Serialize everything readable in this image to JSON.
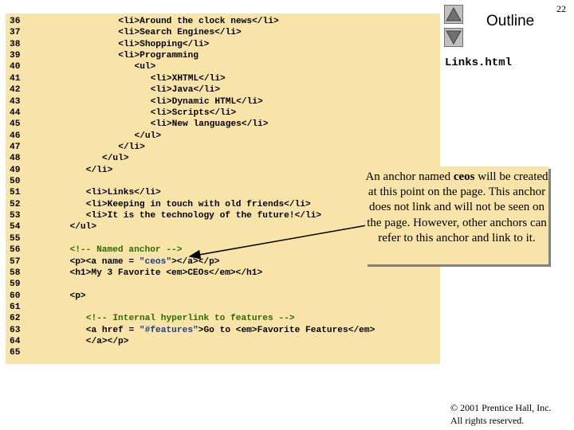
{
  "page_number": "22",
  "outline_label": "Outline",
  "filename": "Links.html",
  "nav": {
    "up_icon": "triangle-up-icon",
    "down_icon": "triangle-down-icon"
  },
  "code_lines": [
    {
      "n": "36",
      "indent": 15,
      "segments": [
        {
          "t": "tag",
          "v": "<li>Around the clock news</li>"
        }
      ]
    },
    {
      "n": "37",
      "indent": 15,
      "segments": [
        {
          "t": "tag",
          "v": "<li>Search Engines</li>"
        }
      ]
    },
    {
      "n": "38",
      "indent": 15,
      "segments": [
        {
          "t": "tag",
          "v": "<li>Shopping</li>"
        }
      ]
    },
    {
      "n": "39",
      "indent": 15,
      "segments": [
        {
          "t": "tag",
          "v": "<li>Programming"
        }
      ]
    },
    {
      "n": "40",
      "indent": 18,
      "segments": [
        {
          "t": "tag",
          "v": "<ul>"
        }
      ]
    },
    {
      "n": "41",
      "indent": 21,
      "segments": [
        {
          "t": "tag",
          "v": "<li>XHTML</li>"
        }
      ]
    },
    {
      "n": "42",
      "indent": 21,
      "segments": [
        {
          "t": "tag",
          "v": "<li>Java</li>"
        }
      ]
    },
    {
      "n": "43",
      "indent": 21,
      "segments": [
        {
          "t": "tag",
          "v": "<li>Dynamic HTML</li>"
        }
      ]
    },
    {
      "n": "44",
      "indent": 21,
      "segments": [
        {
          "t": "tag",
          "v": "<li>Scripts</li>"
        }
      ]
    },
    {
      "n": "45",
      "indent": 21,
      "segments": [
        {
          "t": "tag",
          "v": "<li>New languages</li>"
        }
      ]
    },
    {
      "n": "46",
      "indent": 18,
      "segments": [
        {
          "t": "tag",
          "v": "</ul>"
        }
      ]
    },
    {
      "n": "47",
      "indent": 15,
      "segments": [
        {
          "t": "tag",
          "v": "</li>"
        }
      ]
    },
    {
      "n": "48",
      "indent": 12,
      "segments": [
        {
          "t": "tag",
          "v": "</ul>"
        }
      ]
    },
    {
      "n": "49",
      "indent": 9,
      "segments": [
        {
          "t": "tag",
          "v": "</li>"
        }
      ]
    },
    {
      "n": "50",
      "indent": 0,
      "segments": []
    },
    {
      "n": "51",
      "indent": 9,
      "segments": [
        {
          "t": "tag",
          "v": "<li>Links</li>"
        }
      ]
    },
    {
      "n": "52",
      "indent": 9,
      "segments": [
        {
          "t": "tag",
          "v": "<li>Keeping in touch with old friends</li>"
        }
      ]
    },
    {
      "n": "53",
      "indent": 9,
      "segments": [
        {
          "t": "tag",
          "v": "<li>It is the technology of the future!</li>"
        }
      ]
    },
    {
      "n": "54",
      "indent": 6,
      "segments": [
        {
          "t": "tag",
          "v": "</ul>"
        }
      ]
    },
    {
      "n": "55",
      "indent": 0,
      "segments": []
    },
    {
      "n": "56",
      "indent": 6,
      "segments": [
        {
          "t": "comment",
          "v": "<!-- Named anchor -->"
        }
      ]
    },
    {
      "n": "57",
      "indent": 6,
      "segments": [
        {
          "t": "tag",
          "v": "<p><a name = "
        },
        {
          "t": "str",
          "v": "\"ceos\""
        },
        {
          "t": "tag",
          "v": "></a></p>"
        }
      ]
    },
    {
      "n": "58",
      "indent": 6,
      "segments": [
        {
          "t": "tag",
          "v": "<h1>My 3 Favorite <em>CEOs</em></h1>"
        }
      ]
    },
    {
      "n": "59",
      "indent": 0,
      "segments": []
    },
    {
      "n": "60",
      "indent": 6,
      "segments": [
        {
          "t": "tag",
          "v": "<p>"
        }
      ]
    },
    {
      "n": "61",
      "indent": 0,
      "segments": []
    },
    {
      "n": "62",
      "indent": 9,
      "segments": [
        {
          "t": "comment",
          "v": "<!-- Internal hyperlink to features -->"
        }
      ]
    },
    {
      "n": "63",
      "indent": 9,
      "segments": [
        {
          "t": "tag",
          "v": "<a href = "
        },
        {
          "t": "str",
          "v": "\"#features\""
        },
        {
          "t": "tag",
          "v": ">Go to <em>Favorite Features</em>"
        }
      ]
    },
    {
      "n": "64",
      "indent": 9,
      "segments": [
        {
          "t": "tag",
          "v": "</a></p>"
        }
      ]
    },
    {
      "n": "65",
      "indent": 0,
      "segments": []
    }
  ],
  "callout": {
    "before": "An anchor named ",
    "bold": "ceos",
    "after": " will be created at this point on the page. This anchor does not link and will not be seen on the page. However, other anchors can refer to this anchor and link to it."
  },
  "copyright": {
    "line1": "© 2001 Prentice Hall, Inc.",
    "line2": "All rights reserved."
  }
}
